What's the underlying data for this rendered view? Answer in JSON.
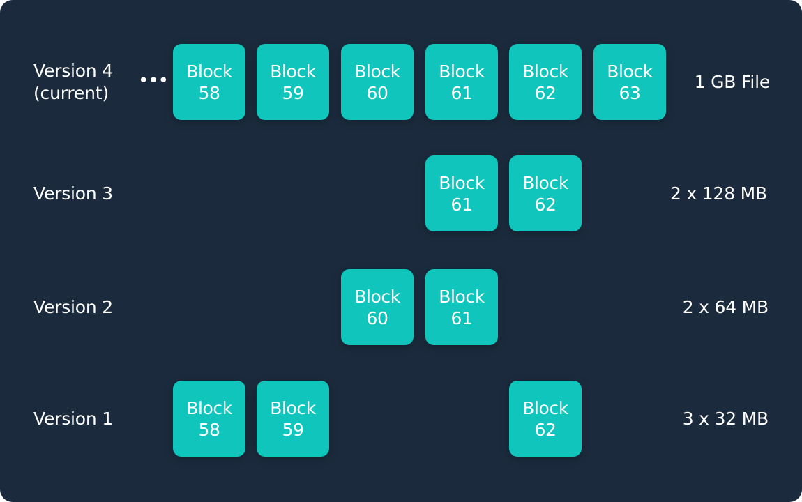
{
  "diagram": {
    "ellipsis": "•••",
    "rows": [
      {
        "label_lines": [
          "Version 4",
          "(current)"
        ],
        "size": "1 GB File",
        "blocks": [
          {
            "word": "Block",
            "number": "58"
          },
          {
            "word": "Block",
            "number": "59"
          },
          {
            "word": "Block",
            "number": "60"
          },
          {
            "word": "Block",
            "number": "61"
          },
          {
            "word": "Block",
            "number": "62"
          },
          {
            "word": "Block",
            "number": "63"
          }
        ]
      },
      {
        "label_lines": [
          "Version 3"
        ],
        "size": "2 x 128 MB",
        "blocks": [
          {
            "word": "Block",
            "number": "61"
          },
          {
            "word": "Block",
            "number": "62"
          }
        ]
      },
      {
        "label_lines": [
          "Version 2"
        ],
        "size": "2 x 64 MB",
        "blocks": [
          {
            "word": "Block",
            "number": "60"
          },
          {
            "word": "Block",
            "number": "61"
          }
        ]
      },
      {
        "label_lines": [
          "Version 1"
        ],
        "size": "3 x 32 MB",
        "blocks": [
          {
            "word": "Block",
            "number": "58"
          },
          {
            "word": "Block",
            "number": "59"
          },
          {
            "word": "Block",
            "number": "62"
          }
        ]
      }
    ]
  }
}
